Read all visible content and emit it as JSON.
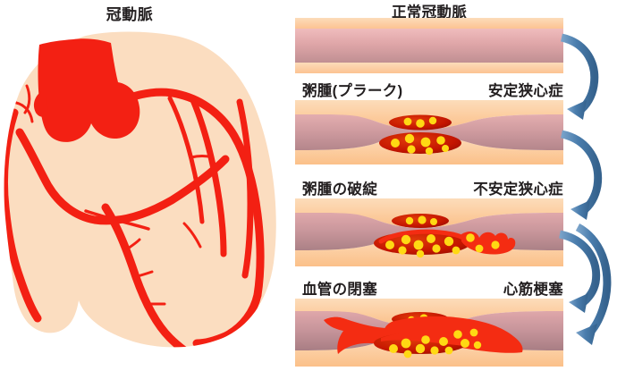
{
  "heart": {
    "title": "冠動脈",
    "artery_color": "#f32013",
    "muscle_color": "#fbddc0"
  },
  "vessel_sequence": {
    "wall_color": "#fcc999",
    "lumen_color": "#cf9ea2",
    "plaque_color": "#c41500",
    "lipid_color": "#ffd913",
    "thrombus_color": "#f42c12",
    "arrow_color": "#4a7dad",
    "stages": [
      {
        "id": "normal",
        "labels": [
          {
            "text": "正常冠動脈",
            "position": "center"
          }
        ]
      },
      {
        "id": "plaque",
        "labels": [
          {
            "text": "粥腫(プラーク)",
            "position": "left"
          },
          {
            "text": "安定狭心症",
            "position": "right"
          }
        ]
      },
      {
        "id": "rupture",
        "labels": [
          {
            "text": "粥腫の破綻",
            "position": "left"
          },
          {
            "text": "不安定狭心症",
            "position": "right"
          }
        ]
      },
      {
        "id": "occlusion",
        "labels": [
          {
            "text": "血管の閉塞",
            "position": "left"
          },
          {
            "text": "心筋梗塞",
            "position": "right"
          }
        ]
      }
    ]
  }
}
